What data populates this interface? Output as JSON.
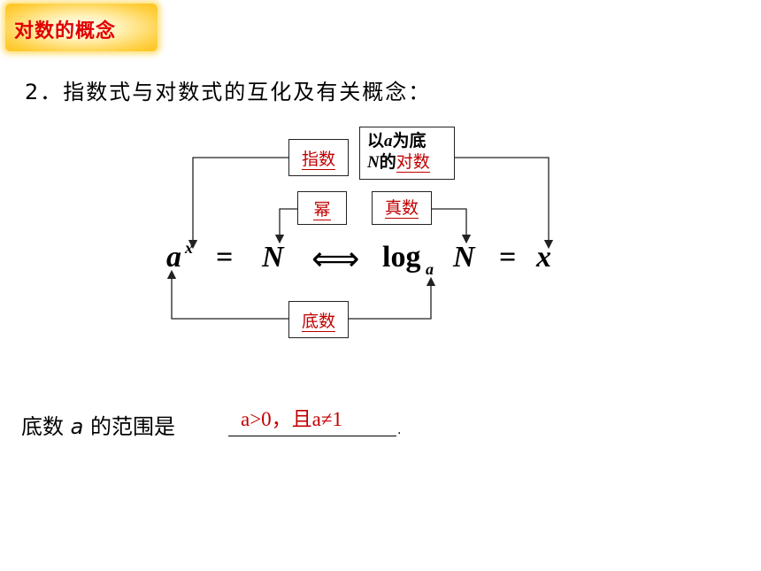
{
  "title_badge": "对数的概念",
  "heading": "2．指数式与对数式的互化及有关概念：",
  "diagram": {
    "exponent_box": "指数",
    "log_box_line1_pre": "以",
    "log_box_line1_var": "a",
    "log_box_line1_post": "为底",
    "log_box_line2_var": "N",
    "log_box_line2_mid": "的",
    "log_box_line2_red": "对数",
    "power_box": "幂",
    "antilog_box": "真数",
    "base_box": "底数",
    "equation": {
      "base": "a",
      "exponent": "x",
      "equals": "=",
      "N_left": "N",
      "arrow": "⟺",
      "log": "log",
      "log_sub": "a",
      "N_right": "N",
      "equals2": "=",
      "x_right": "x"
    }
  },
  "range_line": {
    "prefix": "底数 ",
    "var": "a",
    "suffix": " 的范围是",
    "answer": "a>0，且a≠1",
    "end": "."
  }
}
